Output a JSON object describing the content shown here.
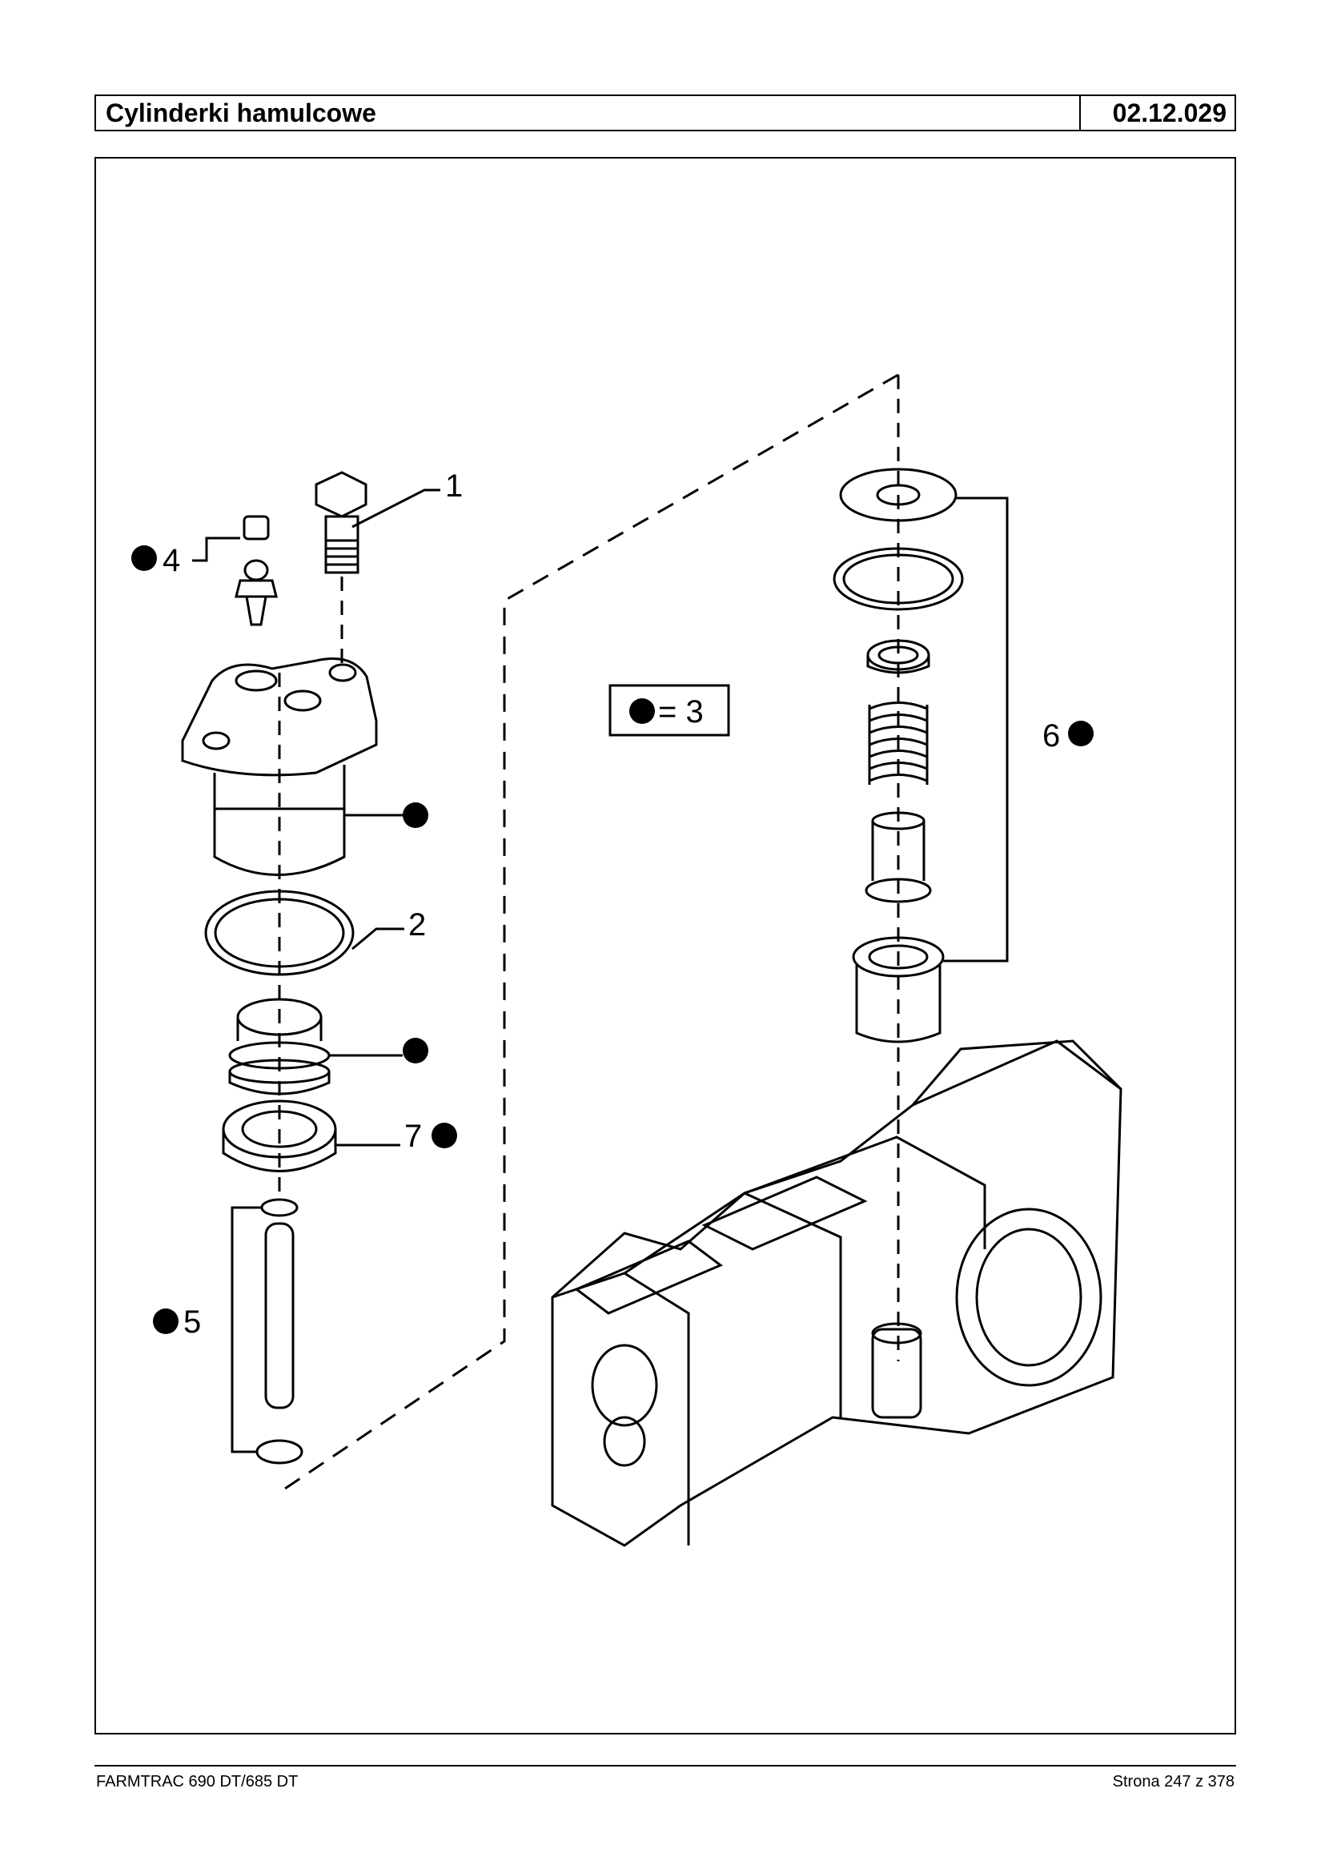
{
  "header": {
    "title": "Cylinderki hamulcowe",
    "code": "02.12.029"
  },
  "legend": {
    "text": "= 3"
  },
  "callouts": {
    "c1": "1",
    "c2": "2",
    "c4": "4",
    "c5": "5",
    "c6": "6",
    "c7": "7"
  },
  "footer": {
    "left": "FARMTRAC 690 DT/685 DT",
    "right": "Strona 247 z 378"
  }
}
